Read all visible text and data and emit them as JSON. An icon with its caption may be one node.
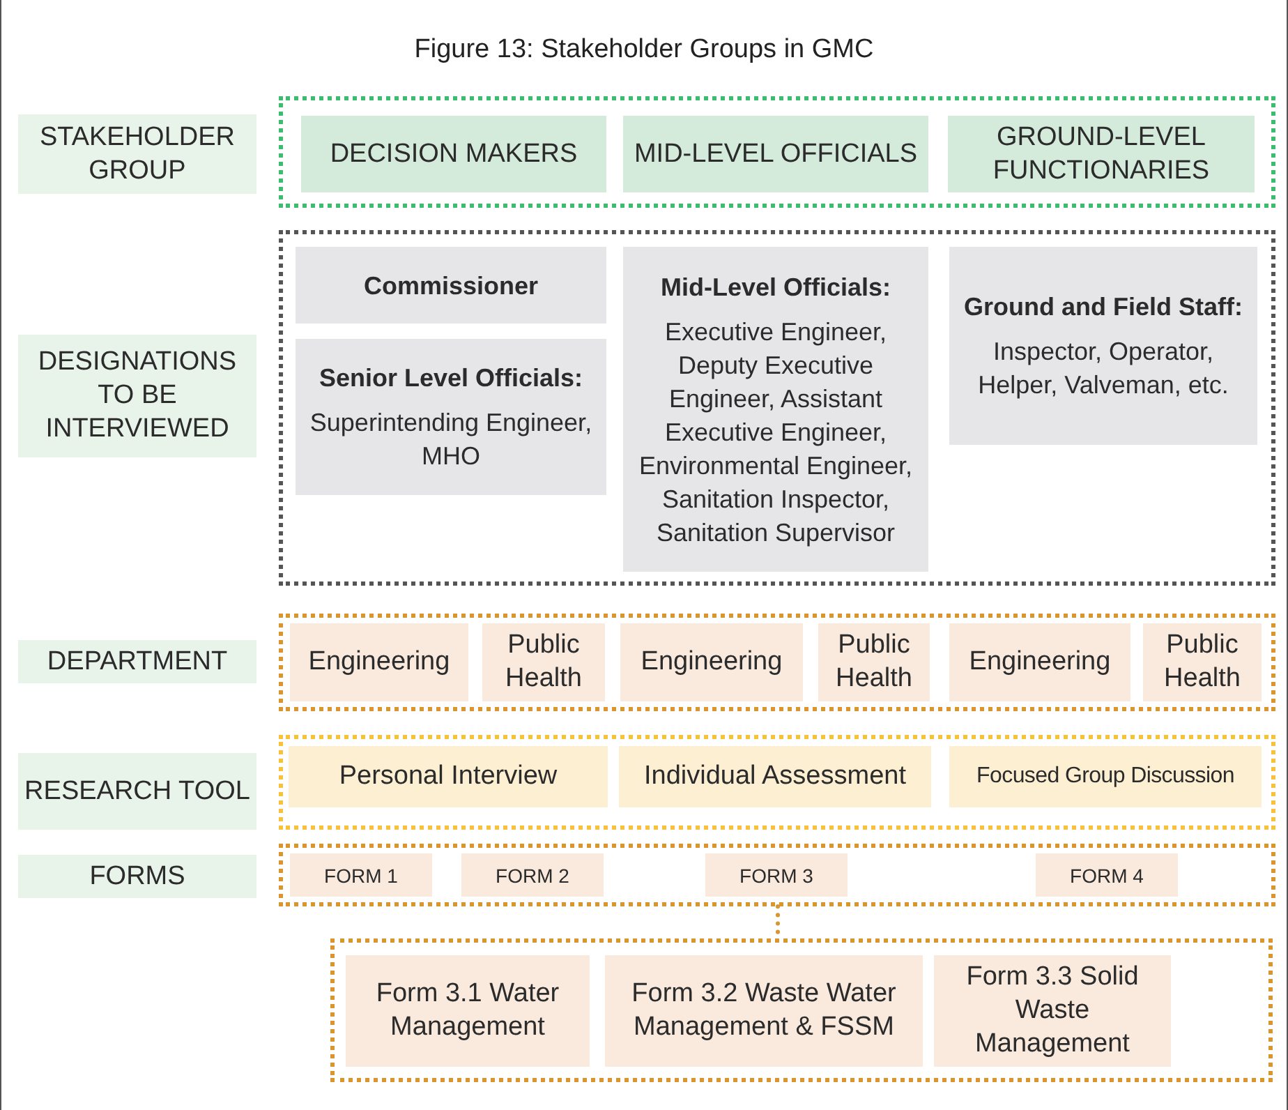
{
  "diagram": {
    "title": "Figure 13: Stakeholder Groups in GMC",
    "nodes": [
      {
        "text": [
          "STAKEHOLDER GROUP"
        ]
      },
      {
        "text": [],
        "shape": "box"
      },
      {
        "text": [
          "DECISION MAKERS"
        ],
        "in": 1
      },
      {
        "text": [
          "MID-LEVEL OFFICIALS"
        ],
        "in": 1
      },
      {
        "text": [
          "GROUND-LEVEL FUNCTIONARIES"
        ],
        "in": 1
      },
      {
        "text": [
          "DESIGNATIONS TO BE INTERVIEWED"
        ]
      },
      {
        "text": [],
        "shape": "box"
      },
      {
        "text": [
          "Commissioner"
        ],
        "in": 6
      },
      {
        "text": [
          "Senior Level Officials:",
          "Superintending Engineer, MHO"
        ],
        "in": 6
      },
      {
        "text": [
          "Mid-Level Officials:",
          "Executive Engineer, Deputy Executive Engineer, Assistant Executive Engineer, Environmental Engineer, Sanitation Inspector, Sanitation Supervisor"
        ],
        "in": 6
      },
      {
        "text": [
          "Ground and Field Staff:",
          "Inspector, Operator, Helper, Valveman, etc."
        ],
        "in": 6
      },
      {
        "text": [
          "DEPARTMENT"
        ]
      },
      {
        "text": [],
        "shape": "box"
      },
      {
        "text": [
          "Engineering"
        ],
        "in": 12
      },
      {
        "text": [
          "Public Health"
        ],
        "in": 12
      },
      {
        "text": [
          "Engineering"
        ],
        "in": 12
      },
      {
        "text": [
          "Public Health"
        ],
        "in": 12
      },
      {
        "text": [
          "Engineering"
        ],
        "in": 12
      },
      {
        "text": [
          "Public Health"
        ],
        "in": 12
      },
      {
        "text": [
          "RESEARCH TOOL"
        ]
      },
      {
        "text": [],
        "shape": "box"
      },
      {
        "text": [
          "Personal Interview"
        ],
        "in": 20
      },
      {
        "text": [
          "Individual Assessment"
        ],
        "in": 20
      },
      {
        "text": [
          "Focused Group Discussion"
        ],
        "in": 20
      },
      {
        "text": [
          "FORMS"
        ]
      },
      {
        "text": [],
        "shape": "box"
      },
      {
        "text": [
          "FORM 1"
        ],
        "in": 25
      },
      {
        "text": [
          "FORM 2"
        ],
        "in": 25
      },
      {
        "text": [
          "FORM 3"
        ],
        "in": 25
      },
      {
        "text": [
          "FORM 4"
        ],
        "in": 25
      },
      {
        "text": [],
        "shape": "box"
      },
      {
        "text": [
          "Form 3.1 Water Management"
        ],
        "in": 30
      },
      {
        "text": [
          "Form 3.2 Waste Water Management  & FSSM"
        ],
        "in": 30
      },
      {
        "text": [
          "Form 3.3 Solid Waste Management"
        ],
        "in": 30
      }
    ],
    "edges": [
      {
        "from": 25,
        "to": 30,
        "arrow": "none",
        "style": "dashed"
      }
    ]
  }
}
